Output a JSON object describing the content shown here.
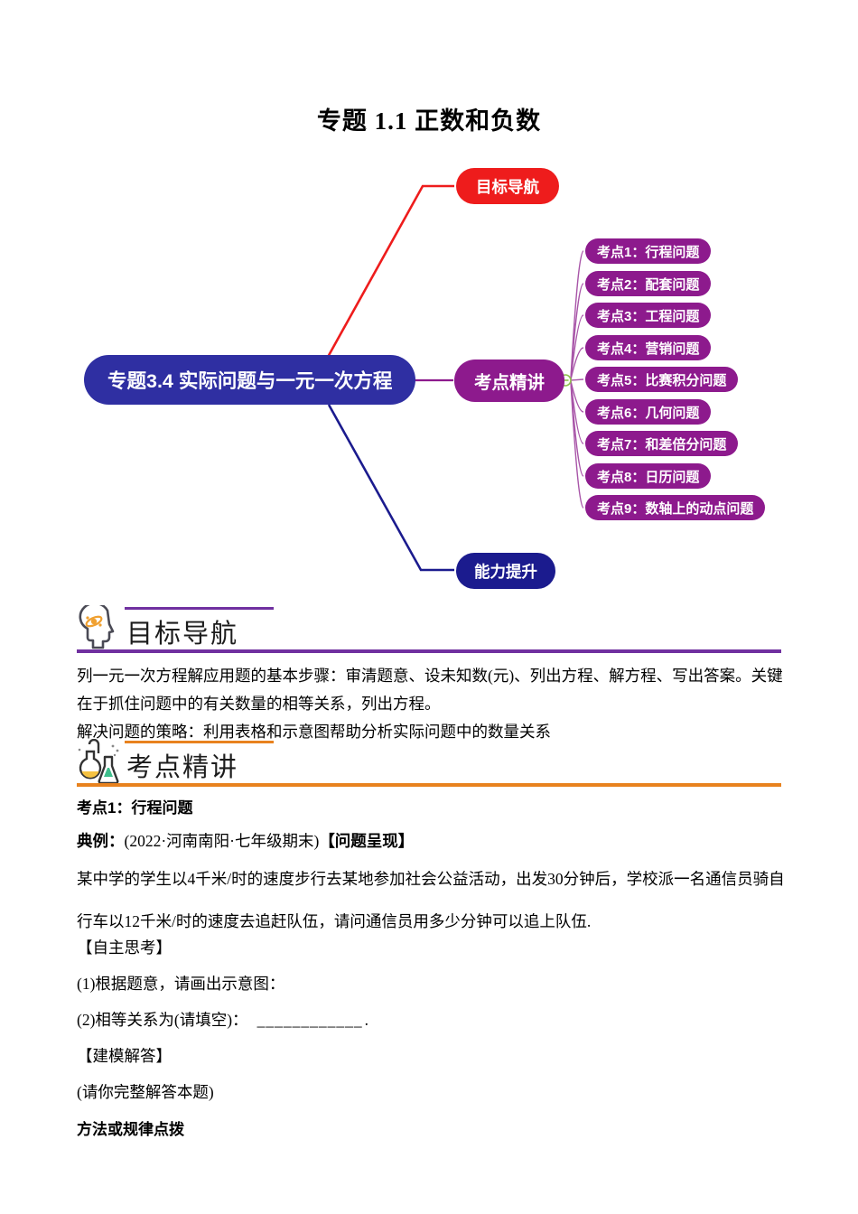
{
  "page": {
    "title": "专题 1.1 正数和负数"
  },
  "colors": {
    "center_node": "#2F2FA2",
    "goal_node": "#EE1C1C",
    "lecture_node": "#8D1A8D",
    "ability_node": "#1B1B8E",
    "purple_rule": "#7030A0",
    "orange_rule": "#E8821E",
    "connector_green": "#8FBF4D"
  },
  "mindmap": {
    "center": "专题3.4 实际问题与一元一次方程",
    "goal": "目标导航",
    "lecture": "考点精讲",
    "ability": "能力提升",
    "topics": [
      "考点1：行程问题",
      "考点2：配套问题",
      "考点3：工程问题",
      "考点4：营销问题",
      "考点5：比赛积分问题",
      "考点6：几何问题",
      "考点7：和差倍分问题",
      "考点8：日历问题",
      "考点9：数轴上的动点问题"
    ]
  },
  "sections": {
    "goal": {
      "title": "目标导航",
      "paragraph1": "列一元一次方程解应用题的基本步骤：审清题意、设未知数(元)、列出方程、解方程、写出答案。关键在于抓住问题中的有关数量的相等关系，列出方程。",
      "paragraph2": "解决问题的策略：利用表格和示意图帮助分析实际问题中的数量关系"
    },
    "lecture": {
      "title": "考点精讲"
    }
  },
  "content": {
    "kaodian1": "考点1：行程问题",
    "dianli_label": "典例：",
    "dianli_source": "(2022·河南南阳·七年级期末)",
    "dianli_tag": "【问题呈现】",
    "problem": "某中学的学生以4千米/时的速度步行去某地参加社会公益活动，出发30分钟后，学校派一名通信员骑自行车以12千米/时的速度去追赶队伍，请问通信员用多少分钟可以追上队伍.",
    "self_think": "【自主思考】",
    "q1": "(1)根据题意，请画出示意图：",
    "q2_prefix": "(2)相等关系为(请填空)：",
    "q2_blank": "____________",
    "q2_suffix": ".",
    "model_answer": "【建模解答】",
    "answer_note": "(请你完整解答本题)",
    "method_tips": "方法或规律点拨"
  }
}
